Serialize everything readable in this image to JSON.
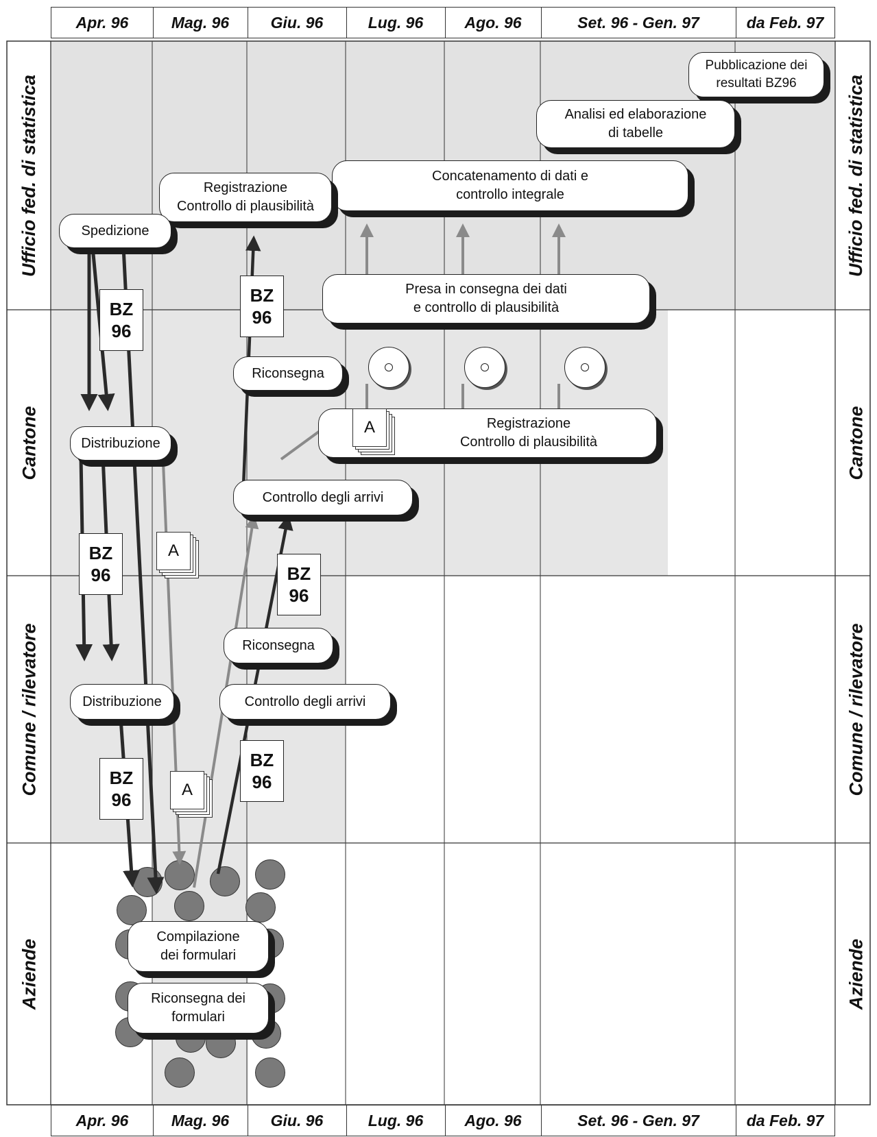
{
  "months": [
    "Apr. 96",
    "Mag. 96",
    "Giu. 96",
    "Lug. 96",
    "Ago. 96",
    "Set. 96 - Gen. 97",
    "da Feb. 97"
  ],
  "lanes": [
    "Ufficio fed. di statistica",
    "Cantone",
    "Comune / rilevatore",
    "Aziende"
  ],
  "boxes": {
    "pubblicazione": [
      "Pubblicazione dei",
      "resultati BZ96"
    ],
    "analisi": [
      "Analisi ed elaborazione",
      "di tabelle"
    ],
    "concatenamento": [
      "Concatenamento di dati e",
      "controllo integrale"
    ],
    "registrazione_ufficio": [
      "Registrazione",
      "Controllo di plausibilità"
    ],
    "spedizione": "Spedizione",
    "presa_in_consegna": [
      "Presa in consegna dei dati",
      "e controllo di plausibilità"
    ],
    "riconsegna_cantone": "Riconsegna",
    "distribuzione_cantone": "Distribuzione",
    "registrazione_cantone": [
      "Registrazione",
      "Controllo di plausibilità"
    ],
    "controllo_arrivi_cantone": "Controllo degli arrivi",
    "riconsegna_comune": "Riconsegna",
    "distribuzione_comune": "Distribuzione",
    "controllo_arrivi_comune": "Controllo degli arrivi",
    "compilazione": [
      "Compilazione",
      "dei formulari"
    ],
    "riconsegna_formulari": [
      "Riconsegna dei",
      "formulari"
    ]
  },
  "form_label": [
    "BZ",
    "96"
  ],
  "doc_label": "A",
  "colors": {
    "shade": "#e2e2e2",
    "line": "#222222",
    "arrow_gray": "#8a8a8a",
    "dot": "#7a7a7a"
  }
}
